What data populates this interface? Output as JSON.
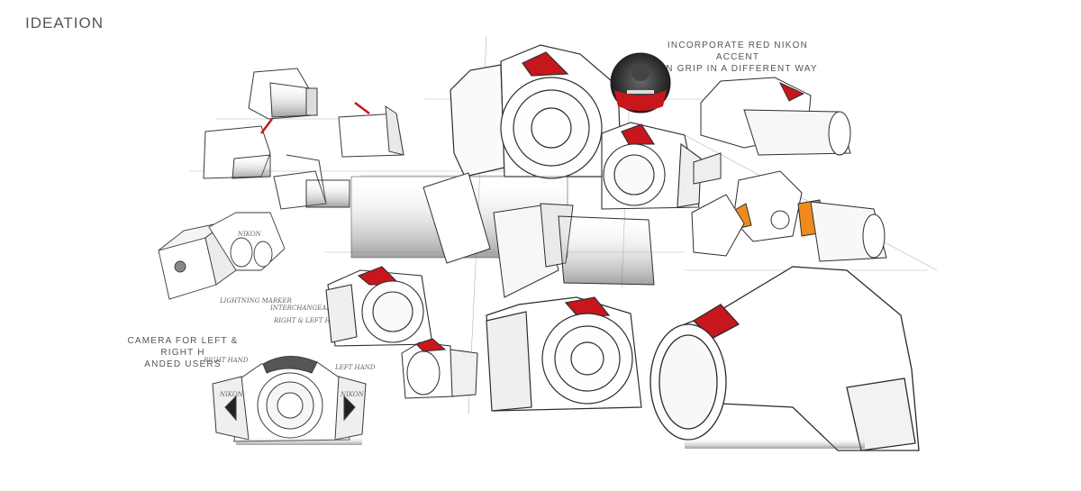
{
  "page": {
    "title": "IDEATION"
  },
  "annotations": {
    "red_accent_note_line1": "INCORPORATE RED NIKON ACCENT",
    "red_accent_note_line2": "ON GRIP IN A DIFFERENT WAY",
    "camera_users_line1": "CAMERA FOR LEFT & RIGHT H",
    "camera_users_line2": "ANDED USERS"
  },
  "handwritten_notes": {
    "interchangeable": "INTERCHANGEABLE PARTS",
    "lightning": "LIGHTNING MARKER",
    "right_left_hand": "RIGHT & LEFT HAND",
    "right_hand": "RIGHT HAND",
    "left_hand": "LEFT HAND",
    "nikon_left": "NIKON",
    "nikon_right": "NIKON",
    "nikon_box": "NIKON"
  },
  "colors": {
    "accent_red": "#c8161d",
    "accent_orange": "#f08a1c",
    "pencil": "#3a3a3a",
    "shade": "#9a9a9a"
  },
  "icons": {
    "badge": "nikon-grip-badge-photo"
  }
}
